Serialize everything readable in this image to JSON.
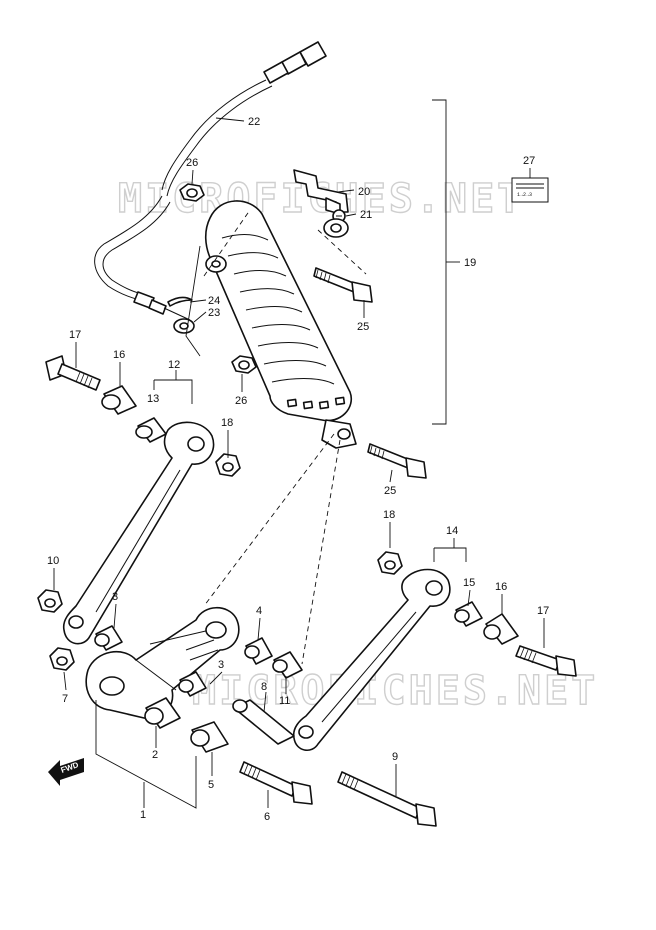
{
  "watermarks": [
    "MICROFICHES.NET",
    "MICROFICHES.NET"
  ],
  "fwd_label": "FWD",
  "warning_label": {
    "icon": "rear-suspension-setting-label",
    "sequence": "1→2→3"
  },
  "callouts": [
    {
      "id": "c22",
      "text": "22"
    },
    {
      "id": "c26a",
      "text": "26"
    },
    {
      "id": "c20",
      "text": "20"
    },
    {
      "id": "c21",
      "text": "21"
    },
    {
      "id": "c27",
      "text": "27"
    },
    {
      "id": "c19",
      "text": "19"
    },
    {
      "id": "c24",
      "text": "24"
    },
    {
      "id": "c23",
      "text": "23"
    },
    {
      "id": "c25a",
      "text": "25"
    },
    {
      "id": "c17a",
      "text": "17"
    },
    {
      "id": "c16a",
      "text": "16"
    },
    {
      "id": "c12",
      "text": "12"
    },
    {
      "id": "c13",
      "text": "13"
    },
    {
      "id": "c26b",
      "text": "26"
    },
    {
      "id": "c18a",
      "text": "18"
    },
    {
      "id": "c25b",
      "text": "25"
    },
    {
      "id": "c18b",
      "text": "18"
    },
    {
      "id": "c14",
      "text": "14"
    },
    {
      "id": "c15",
      "text": "15"
    },
    {
      "id": "c16b",
      "text": "16"
    },
    {
      "id": "c17b",
      "text": "17"
    },
    {
      "id": "c10",
      "text": "10"
    },
    {
      "id": "c3a",
      "text": "3"
    },
    {
      "id": "c4",
      "text": "4"
    },
    {
      "id": "c3b",
      "text": "3"
    },
    {
      "id": "c7",
      "text": "7"
    },
    {
      "id": "c8",
      "text": "8"
    },
    {
      "id": "c11",
      "text": "11"
    },
    {
      "id": "c2",
      "text": "2"
    },
    {
      "id": "c5",
      "text": "5"
    },
    {
      "id": "c9",
      "text": "9"
    },
    {
      "id": "c6",
      "text": "6"
    },
    {
      "id": "c1",
      "text": "1"
    }
  ]
}
